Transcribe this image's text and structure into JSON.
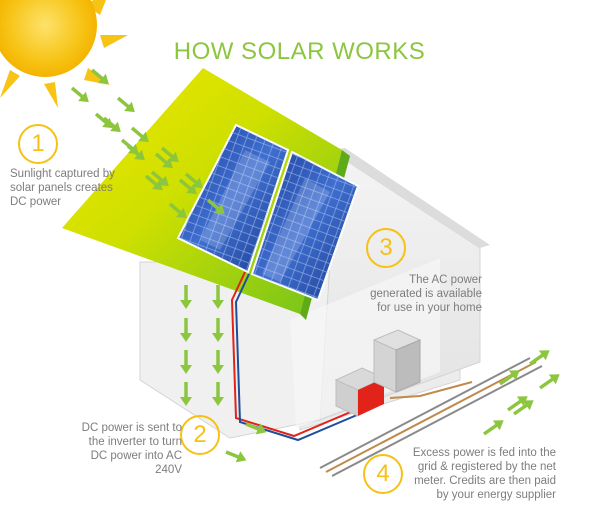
{
  "title": "HOW SOLAR WORKS",
  "steps": [
    {
      "number": "1",
      "text": "Sunlight captured by solar panels creates DC power"
    },
    {
      "number": "2",
      "text": "DC power is sent to the inverter to turn DC power into AC 240V"
    },
    {
      "number": "3",
      "text": "The AC power generated is available for use in your home"
    },
    {
      "number": "4",
      "text": "Excess power is fed into the grid & registered by the net meter. Credits are then paid by your energy supplier"
    }
  ],
  "colors": {
    "accent_green": "#8cc63f",
    "sun_yellow": "#f6c114",
    "dc_wire_red": "#e2231a",
    "dc_wire_blue": "#1f4e9c",
    "text_gray": "#7d7d7d"
  }
}
